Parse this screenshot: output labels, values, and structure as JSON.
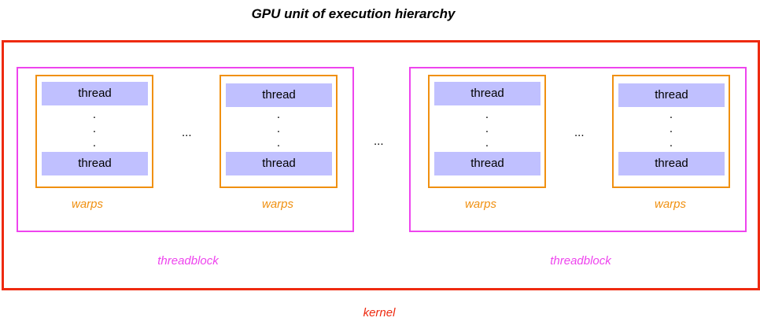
{
  "title": "GPU unit of execution hierarchy",
  "kernel_label": "kernel",
  "threadblock_label": "threadblock",
  "warp_label": "warps",
  "thread_label": "thread",
  "vertical_ellipsis": ".\n.\n.",
  "horizontal_ellipsis": "...",
  "colors": {
    "kernel": "#ee2a10",
    "threadblock": "#ee44ee",
    "warp": "#f09010",
    "thread_fill": "#c0c0ff"
  }
}
